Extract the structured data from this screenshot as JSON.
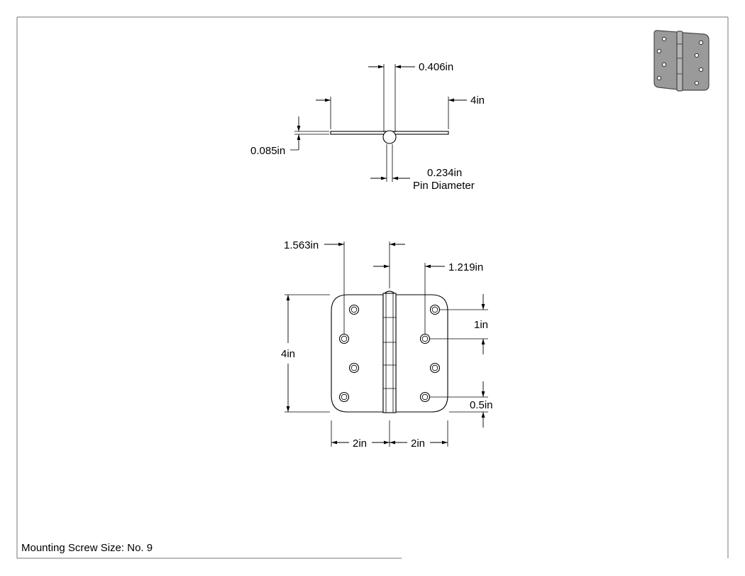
{
  "top_view": {
    "pin_width_label": "0.406in",
    "leaf_length_label": "4in",
    "leaf_thickness_label": "0.085in",
    "pin_diameter_value_label": "0.234in",
    "pin_diameter_caption": "Pin Diameter"
  },
  "front_view": {
    "hole_edge_offset_label": "1.563in",
    "hole_inner_offset_label": "1.219in",
    "height_label": "4in",
    "hole_spacing_label": "1in",
    "corner_offset_label": "0.5in",
    "left_leaf_width_label": "2in",
    "right_leaf_width_label": "2in"
  },
  "footer": {
    "screw_size_text": "Mounting Screw Size: No. 9"
  },
  "thumbnail": {
    "icon": "hinge-3d-thumbnail-icon",
    "fill_color": "#9a9a9a"
  }
}
